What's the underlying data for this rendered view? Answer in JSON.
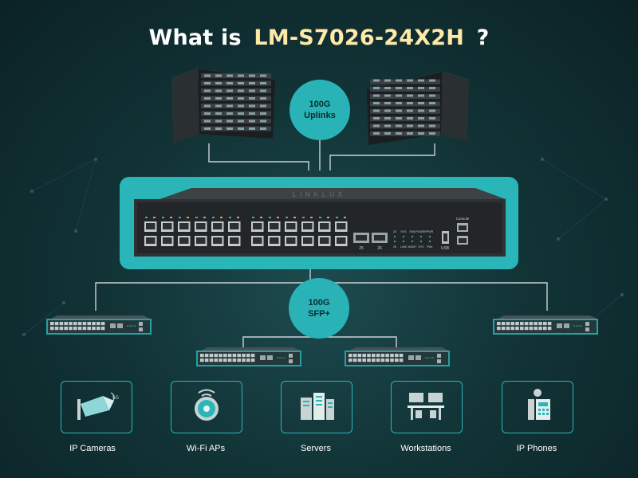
{
  "title": {
    "prefix": "What is",
    "model": "LM-S7026-24X2H",
    "suffix": "?"
  },
  "uplink_bubble": {
    "line1": "100G",
    "line2": "Uplinks"
  },
  "sfp_bubble": {
    "line1": "100G",
    "line2": "SFP+"
  },
  "switch": {
    "brand_watermark": "LINKLUX",
    "sfp_port_labels": [
      "25",
      "26"
    ],
    "led_labels_top": [
      "25",
      "SYS",
      "FAN",
      "POWER",
      "PWR"
    ],
    "led_labels_bottom": [
      "26",
      "LINK",
      "MGMT",
      "SYS",
      "PWL"
    ],
    "usb_label": "USB",
    "console_label": "Console"
  },
  "devices": [
    {
      "label": "IP Cameras",
      "icon": "camera-icon"
    },
    {
      "label": "Wi-Fi APs",
      "icon": "wifi-ap-icon"
    },
    {
      "label": "Servers",
      "icon": "server-icon"
    },
    {
      "label": "Workstations",
      "icon": "workstation-icon"
    },
    {
      "label": "IP Phones",
      "icon": "phone-icon"
    }
  ],
  "colors": {
    "accent": "#2ab5b8",
    "title_highlight": "#ffe8a8",
    "background_dark": "#0b2225"
  }
}
